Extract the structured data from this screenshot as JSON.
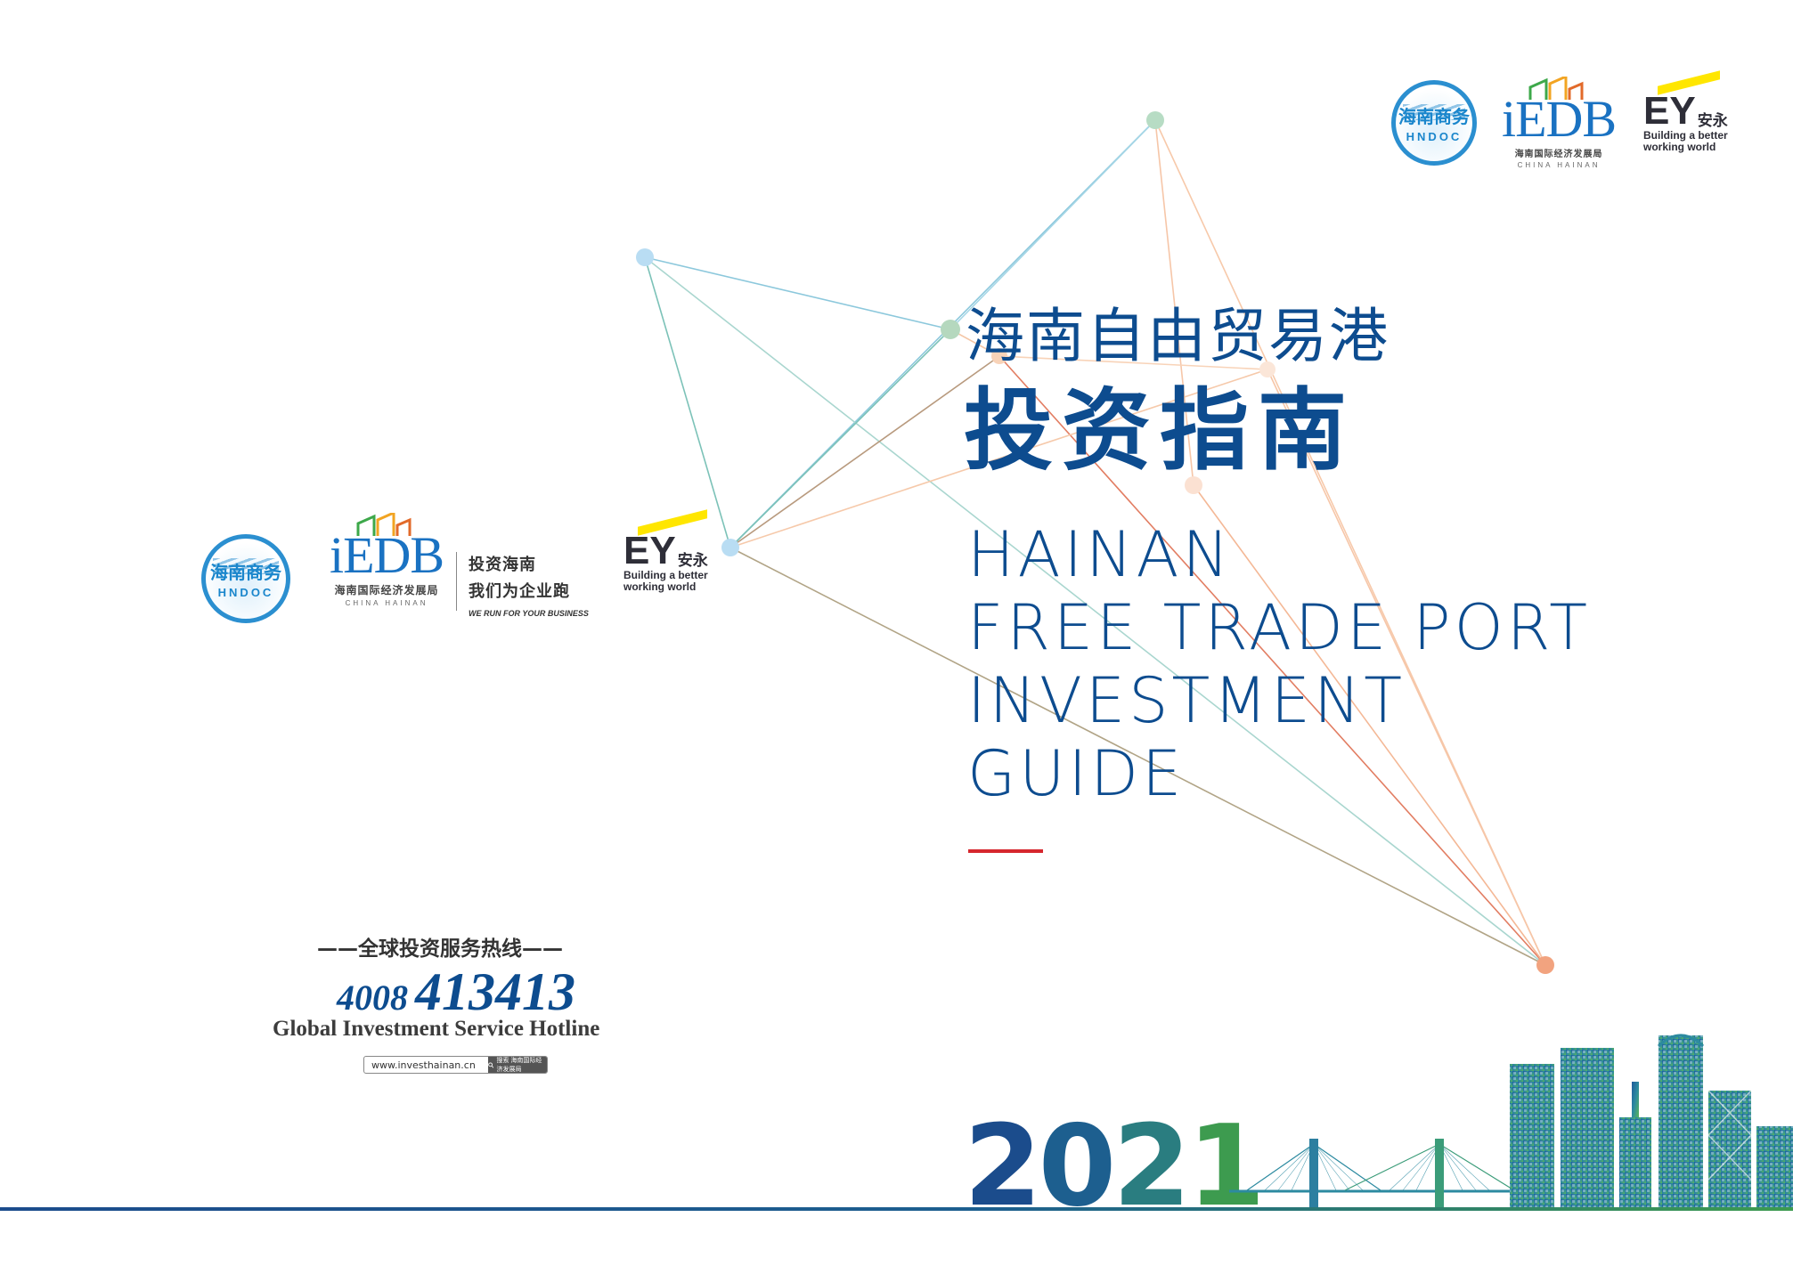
{
  "title": {
    "cn_line1": "海南自由贸易港",
    "cn_line2": "投资指南",
    "en_lines": [
      "HAINAN",
      "FREE TRADE PORT",
      "INVESTMENT",
      "GUIDE"
    ]
  },
  "logos": {
    "hndoc": {
      "cn": "海南商务",
      "en": "HNDOC"
    },
    "iedb": {
      "mark": "iEDB",
      "sub": "海南国际经济发展局",
      "sub2": "CHINA HAINAN"
    },
    "iedb_slogan": {
      "line1": "投资海南",
      "line2": "我们为企业跑",
      "line3": "WE RUN FOR YOUR BUSINESS"
    },
    "ey": {
      "mark": "EY",
      "cn": "安永",
      "tag_line1": "Building a better",
      "tag_line2": "working world"
    }
  },
  "hotline": {
    "label_cn": "——全球投资服务热线——",
    "number_part1": "4008",
    "number_part2": "413413",
    "label_en": "Global Investment Service Hotline"
  },
  "website": {
    "url": "www.investhainan.cn",
    "search_label": "搜索 海南国际经济发展局"
  },
  "year": [
    "2",
    "0",
    "2",
    "1"
  ],
  "colors": {
    "primary_blue": "#0d4c8f",
    "accent_red": "#d6272e",
    "green": "#3d9b4f",
    "ey_yellow": "#ffe600"
  }
}
